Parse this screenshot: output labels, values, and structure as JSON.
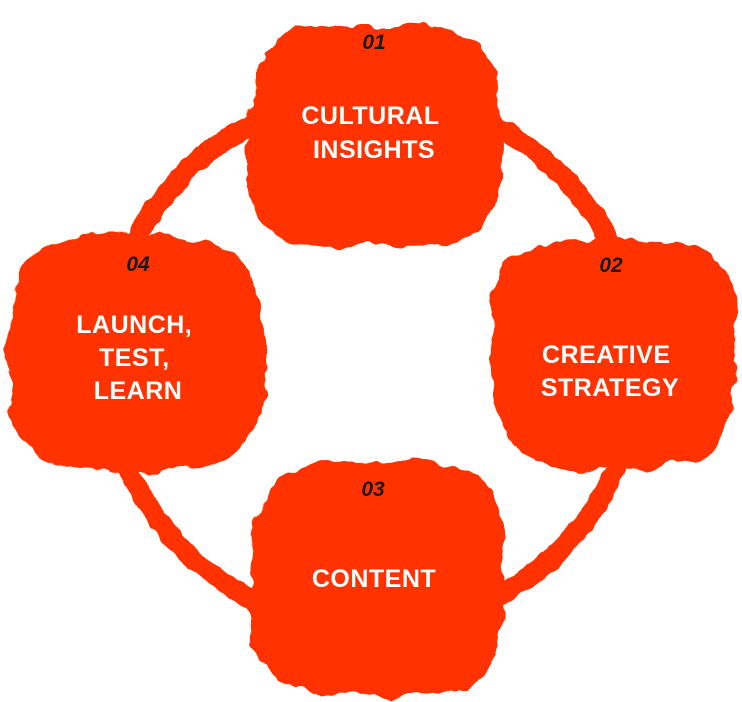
{
  "colors": {
    "accent": "#FF3200",
    "number_text": "#1a1a1a",
    "label_text": "#ffffff"
  },
  "steps": [
    {
      "number": "01",
      "label_lines": [
        "CULTURAL",
        "INSIGHTS"
      ]
    },
    {
      "number": "02",
      "label_lines": [
        "CREATIVE",
        "STRATEGY"
      ]
    },
    {
      "number": "03",
      "label_lines": [
        "CONTENT"
      ]
    },
    {
      "number": "04",
      "label_lines": [
        "LAUNCH,",
        "TEST,",
        "LEARN"
      ]
    }
  ]
}
